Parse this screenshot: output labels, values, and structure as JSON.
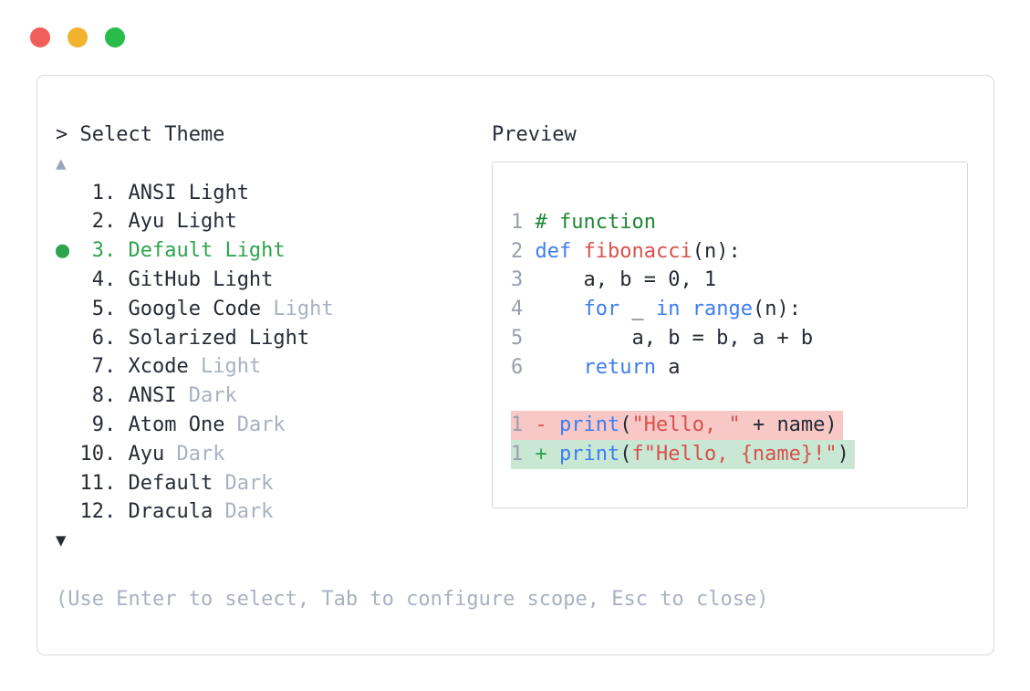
{
  "window": {
    "controls": [
      {
        "name": "close",
        "color": "#f25f5a"
      },
      {
        "name": "minimize",
        "color": "#f1b22e"
      },
      {
        "name": "zoom",
        "color": "#2abc49"
      }
    ]
  },
  "theme_picker": {
    "prompt": "> Select Theme",
    "scroll_up_icon": "▲",
    "scroll_down_icon": "▼",
    "items": [
      {
        "number": "1.",
        "name": "ANSI Light",
        "muted_suffix": "",
        "selected": false
      },
      {
        "number": "2.",
        "name": "Ayu Light",
        "muted_suffix": "",
        "selected": false
      },
      {
        "number": "3.",
        "name": "Default Light",
        "muted_suffix": "",
        "selected": true
      },
      {
        "number": "4.",
        "name": "GitHub Light",
        "muted_suffix": "",
        "selected": false
      },
      {
        "number": "5.",
        "name": "Google Code",
        "muted_suffix": " Light",
        "selected": false
      },
      {
        "number": "6.",
        "name": "Solarized Light",
        "muted_suffix": "",
        "selected": false
      },
      {
        "number": "7.",
        "name": "Xcode",
        "muted_suffix": " Light",
        "selected": false
      },
      {
        "number": "8.",
        "name": "ANSI",
        "muted_suffix": " Dark",
        "selected": false
      },
      {
        "number": "9.",
        "name": "Atom One",
        "muted_suffix": " Dark",
        "selected": false
      },
      {
        "number": "10.",
        "name": "Ayu",
        "muted_suffix": " Dark",
        "selected": false
      },
      {
        "number": "11.",
        "name": "Default",
        "muted_suffix": " Dark",
        "selected": false
      },
      {
        "number": "12.",
        "name": "Dracula",
        "muted_suffix": " Dark",
        "selected": false
      }
    ],
    "hint": "(Use Enter to select, Tab to configure scope, Esc to close)"
  },
  "preview": {
    "label": "Preview",
    "code_lines": [
      {
        "type": "code",
        "segments": [
          [
            "1 ",
            "ln"
          ],
          [
            "# function",
            "cm"
          ]
        ]
      },
      {
        "type": "code",
        "segments": [
          [
            "2 ",
            "ln"
          ],
          [
            "def",
            "kw"
          ],
          [
            " ",
            "pl"
          ],
          [
            "fibonacci",
            "fn"
          ],
          [
            "(n):",
            "pl"
          ]
        ]
      },
      {
        "type": "code",
        "segments": [
          [
            "3 ",
            "ln"
          ],
          [
            "    a, b = 0, 1",
            "pl"
          ]
        ]
      },
      {
        "type": "code",
        "segments": [
          [
            "4 ",
            "ln"
          ],
          [
            "    ",
            "pl"
          ],
          [
            "for",
            "kw"
          ],
          [
            " _ ",
            "pl"
          ],
          [
            "in",
            "kw"
          ],
          [
            " ",
            "pl"
          ],
          [
            "range",
            "kw"
          ],
          [
            "(n):",
            "pl"
          ]
        ]
      },
      {
        "type": "code",
        "segments": [
          [
            "5 ",
            "ln"
          ],
          [
            "        a, b = b, a + b",
            "pl"
          ]
        ]
      },
      {
        "type": "code",
        "segments": [
          [
            "6 ",
            "ln"
          ],
          [
            "    ",
            "pl"
          ],
          [
            "return",
            "kw"
          ],
          [
            " a",
            "pl"
          ]
        ]
      },
      {
        "type": "blank",
        "segments": []
      },
      {
        "type": "del",
        "segments": [
          [
            "1 ",
            "ln"
          ],
          [
            "- ",
            "del"
          ],
          [
            "print",
            "kw"
          ],
          [
            "(",
            "pl"
          ],
          [
            "\"Hello, \"",
            "str"
          ],
          [
            " + name)",
            "pl"
          ]
        ]
      },
      {
        "type": "add",
        "segments": [
          [
            "1 ",
            "ln"
          ],
          [
            "+ ",
            "add"
          ],
          [
            "print",
            "kw"
          ],
          [
            "(",
            "pl"
          ],
          [
            "f\"Hello, {name}!\"",
            "str"
          ],
          [
            ")",
            "pl"
          ]
        ]
      }
    ]
  },
  "colors": {
    "selection_green": "#2fa44f",
    "syntax_keyword_blue": "#3d7df2",
    "syntax_function_red": "#d8504d",
    "syntax_string_red": "#d8504d",
    "syntax_comment_green": "#1d8634",
    "diff_del_bg": "#f8c8c6",
    "diff_add_bg": "#c9e8d4",
    "text_dark": "#262b36",
    "text_muted": "#a9b1c1",
    "line_number_gray": "#98a0ad",
    "scroll_up_gray": "#9aa5b8",
    "traffic_red": "#f25f5a",
    "traffic_yellow": "#f1b22e",
    "traffic_green": "#2abc49",
    "panel_border": "#d7dae1",
    "preview_border": "#d3d7de"
  }
}
